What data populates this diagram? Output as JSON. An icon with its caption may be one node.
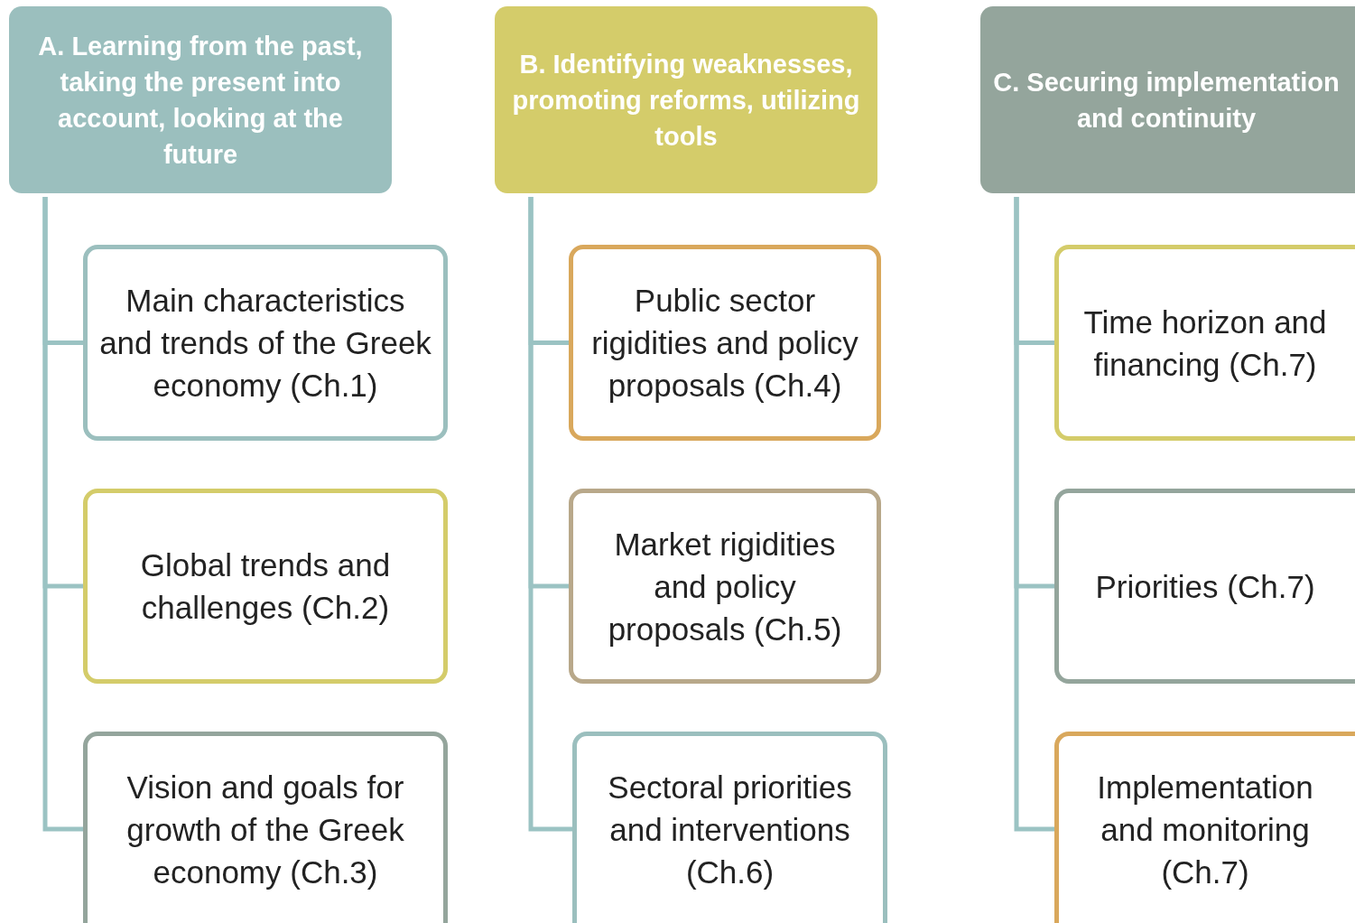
{
  "diagram": {
    "nodes": [
      {
        "text": [
          "A. Learning from the past, taking the present into account, looking at the future"
        ]
      },
      {
        "text": [
          "Main characteristics and trends of the Greek economy (Ch.1)"
        ]
      },
      {
        "text": [
          "Global trends and challenges (Ch.2)"
        ]
      },
      {
        "text": [
          "Vision and goals for growth of the Greek economy (Ch.3)"
        ]
      },
      {
        "text": [
          "B. Identifying weaknesses, promoting reforms, utilizing tools"
        ]
      },
      {
        "text": [
          "Public sector rigidities and policy proposals (Ch.4)"
        ]
      },
      {
        "text": [
          "Market rigidities and policy proposals (Ch.5)"
        ]
      },
      {
        "text": [
          "Sectoral priorities and interventions (Ch.6)"
        ]
      },
      {
        "text": [
          "C. Securing implementation and continuity"
        ]
      },
      {
        "text": [
          "Time horizon and financing (Ch.7)"
        ]
      },
      {
        "text": [
          "Priorities (Ch.7)"
        ]
      },
      {
        "text": [
          "Implementation and monitoring (Ch.7)"
        ]
      }
    ],
    "edges": [
      {
        "from": 0,
        "to": 1,
        "arrow": "none"
      },
      {
        "from": 0,
        "to": 2,
        "arrow": "none"
      },
      {
        "from": 0,
        "to": 3,
        "arrow": "none"
      },
      {
        "from": 4,
        "to": 5,
        "arrow": "none"
      },
      {
        "from": 4,
        "to": 6,
        "arrow": "none"
      },
      {
        "from": 4,
        "to": 7,
        "arrow": "none"
      },
      {
        "from": 8,
        "to": 9,
        "arrow": "none"
      },
      {
        "from": 8,
        "to": 10,
        "arrow": "none"
      },
      {
        "from": 8,
        "to": 11,
        "arrow": "none"
      }
    ]
  }
}
